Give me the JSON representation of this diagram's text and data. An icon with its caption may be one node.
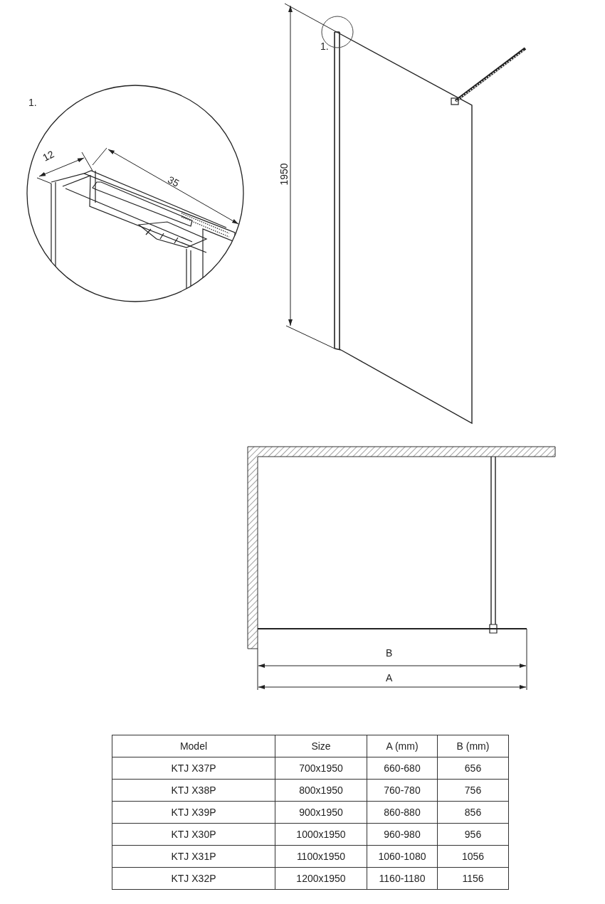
{
  "diagram": {
    "labels": [
      "1950",
      "1.",
      "1.",
      "12",
      "35",
      "B",
      "A",
      "Model",
      "Size",
      "A (mm)",
      "B (mm)",
      "KTJ X37P",
      "700x1950",
      "660-680",
      "656",
      "KTJ X38P",
      "800x1950",
      "760-780",
      "756",
      "KTJ X39P",
      "900x1950",
      "860-880",
      "856",
      "KTJ X30P",
      "1000x1950",
      "960-980",
      "956",
      "KTJ X31P",
      "1100x1950",
      "1060-1080",
      "1056",
      "KTJ X32P",
      "1200x1950",
      "1160-1180",
      "1156"
    ]
  }
}
